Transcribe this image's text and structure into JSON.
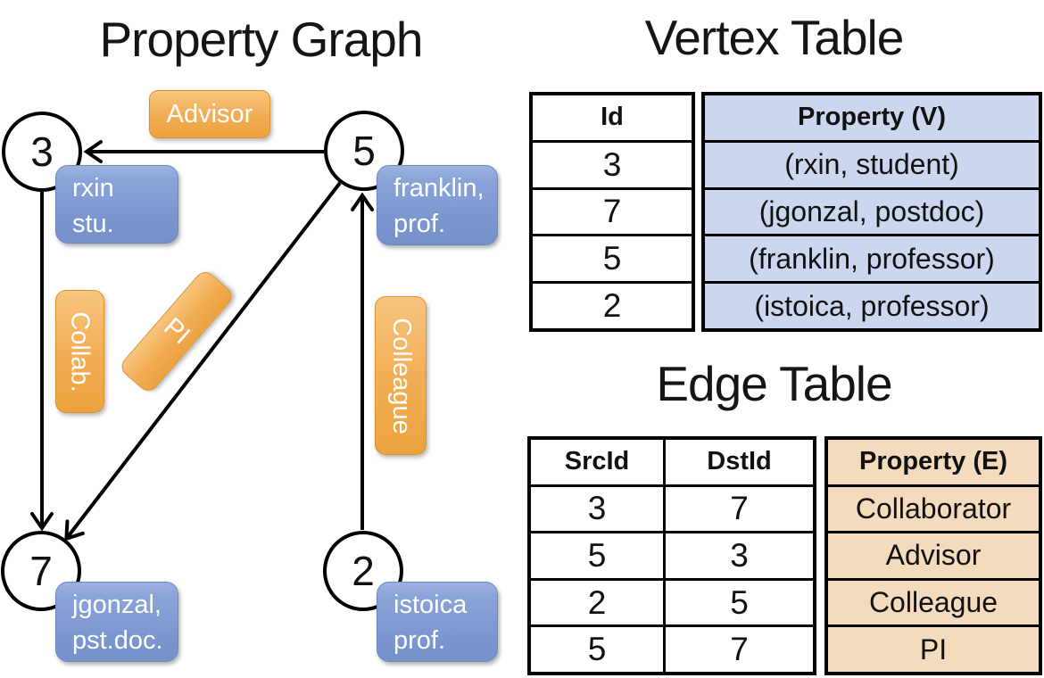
{
  "graph": {
    "title": "Property Graph",
    "node_labels": {
      "n3": "3",
      "n5": "5",
      "n7": "7",
      "n2": "2"
    },
    "vertex_boxes": {
      "rxin": {
        "line1": "rxin",
        "line2": "stu."
      },
      "franklin": {
        "line1": "franklin,",
        "line2": "prof."
      },
      "jgonzal": {
        "line1": "jgonzal,",
        "line2": "pst.doc."
      },
      "istoica": {
        "line1": "istoica",
        "line2": "prof."
      }
    },
    "edge_labels": {
      "advisor": "Advisor",
      "collab": "Collab.",
      "pi": "PI",
      "colleague": "Colleague"
    }
  },
  "vertex_table": {
    "title": "Vertex Table",
    "id_header": "Id",
    "property_header": "Property (V)",
    "ids": [
      "3",
      "7",
      "5",
      "2"
    ],
    "properties": [
      "(rxin, student)",
      "(jgonzal, postdoc)",
      "(franklin, professor)",
      "(istoica, professor)"
    ]
  },
  "edge_table": {
    "title": "Edge Table",
    "src_header": "SrcId",
    "dst_header": "DstId",
    "property_header": "Property (E)",
    "rows": [
      {
        "src": "3",
        "dst": "7",
        "property": "Collaborator"
      },
      {
        "src": "5",
        "dst": "3",
        "property": "Advisor"
      },
      {
        "src": "2",
        "dst": "5",
        "property": "Colleague"
      },
      {
        "src": "5",
        "dst": "7",
        "property": "PI"
      }
    ]
  },
  "colors": {
    "edge_label_orange": "#f2ab4e",
    "vertex_box_blue": "#7f9ad2",
    "vertex_table_property_bg": "#ccd6ee",
    "edge_table_property_bg": "#f4dbbd",
    "line_black": "#000000"
  }
}
